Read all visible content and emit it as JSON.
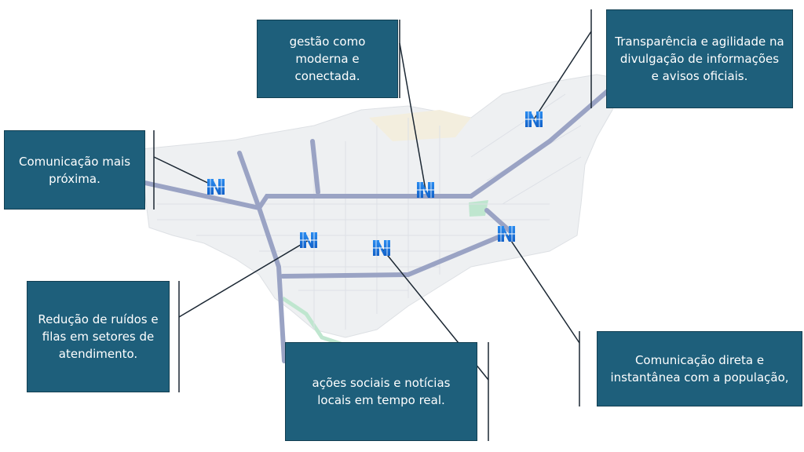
{
  "callouts": [
    {
      "id": "modern",
      "text": "gestão como moderna e conectada."
    },
    {
      "id": "transparency",
      "text": "Transparência e agilidade na divulgação de informações e avisos oficiais."
    },
    {
      "id": "closer",
      "text": "Comunicação mais próxima."
    },
    {
      "id": "noise",
      "text": "Redução de ruídos e filas em setores de atendimento."
    },
    {
      "id": "social",
      "text": "ações sociais e notícias locais em tempo real."
    },
    {
      "id": "direct",
      "text": "Comunicação direta e instantânea com a população,"
    }
  ],
  "colors": {
    "box": "#1e5f7b",
    "road": "#9aa3c4",
    "map": "#eef0f2",
    "icon": "#1a7ae0"
  },
  "icon_name": "logo-marker-icon"
}
